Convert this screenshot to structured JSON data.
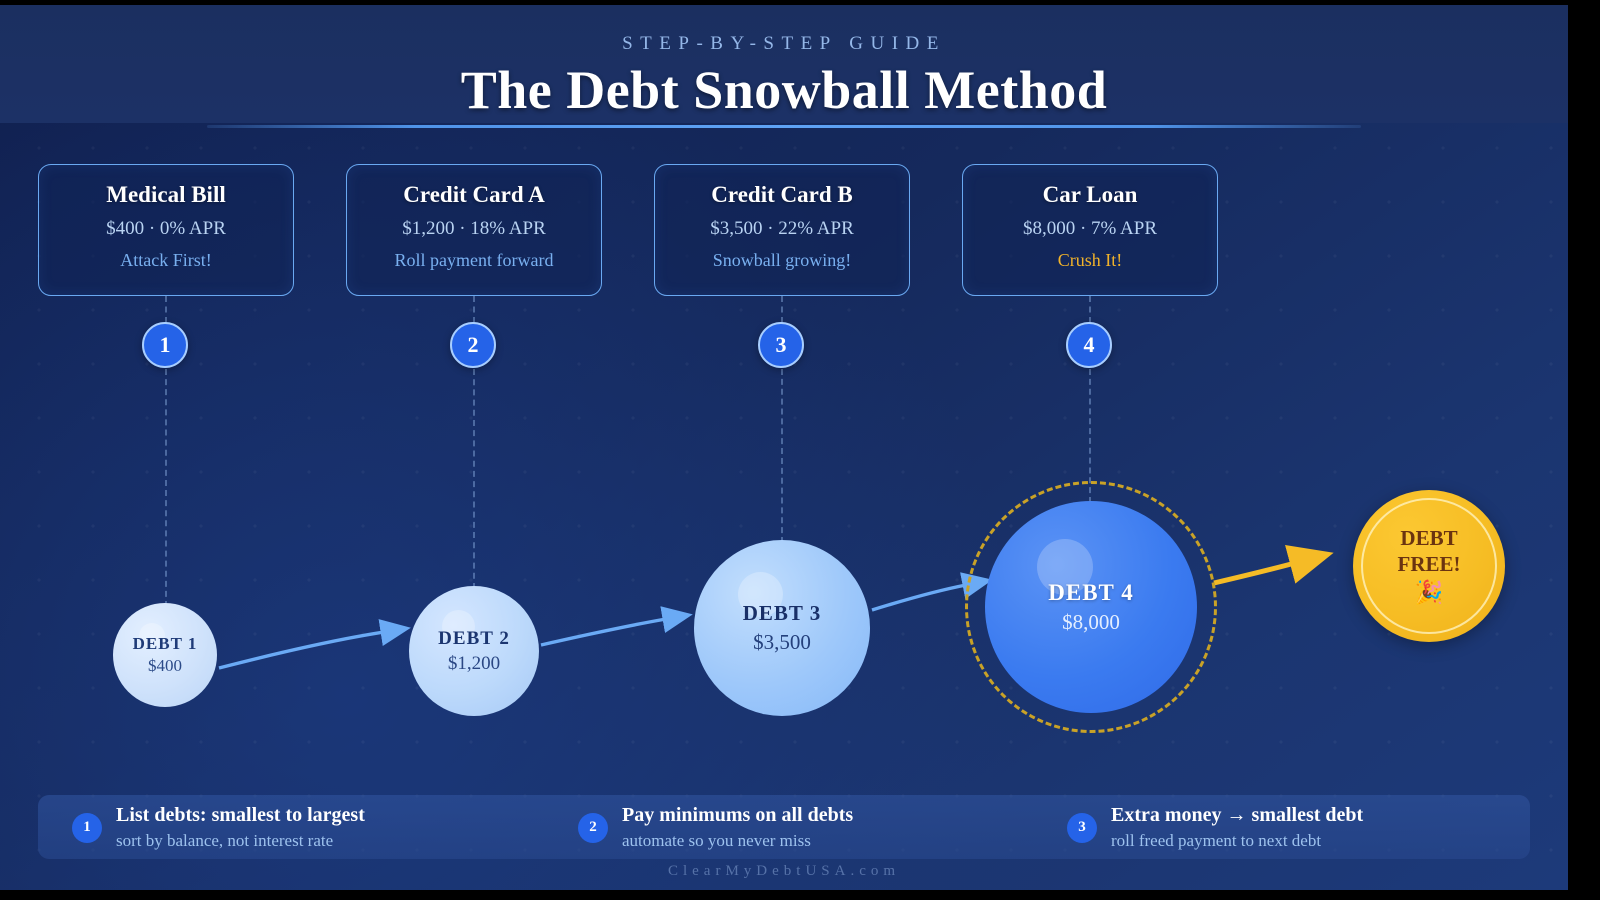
{
  "header": {
    "eyebrow": "STEP-BY-STEP GUIDE",
    "title": "The Debt Snowball Method",
    "accent_color": "#5fa3f5"
  },
  "debt_cards": [
    {
      "title": "Medical Bill",
      "detail": "$400 · 0% APR",
      "note": "Attack First!",
      "note_color": "#79b0f0",
      "step": "1"
    },
    {
      "title": "Credit Card A",
      "detail": "$1,200 · 18% APR",
      "note": "Roll payment forward",
      "note_color": "#79b0f0",
      "step": "2"
    },
    {
      "title": "Credit Card B",
      "detail": "$3,500 · 22% APR",
      "note": "Snowball growing!",
      "note_color": "#79b0f0",
      "step": "3"
    },
    {
      "title": "Car Loan",
      "detail": "$8,000 · 7% APR",
      "note": "Crush It!",
      "note_color": "#f2b32a",
      "step": "4"
    }
  ],
  "snowballs": [
    {
      "name": "DEBT 1",
      "amount": "$400"
    },
    {
      "name": "DEBT 2",
      "amount": "$1,200"
    },
    {
      "name": "DEBT 3",
      "amount": "$3,500"
    },
    {
      "name": "DEBT 4",
      "amount": "$8,000"
    }
  ],
  "debt_free": {
    "line1": "DEBT",
    "line2": "FREE!",
    "emoji": "🎉",
    "color": "#f6bd24",
    "text_color": "#6b3410"
  },
  "tips": [
    {
      "num": "1",
      "head": "List debts: smallest to largest",
      "sub": "sort by balance, not interest rate"
    },
    {
      "num": "2",
      "head": "Pay minimums on all debts",
      "sub": "automate so you never miss"
    },
    {
      "num": "3",
      "head": "Extra money → smallest debt",
      "sub": "roll freed payment to next debt"
    }
  ],
  "footer": {
    "text": "ClearMyDebtUSA.com"
  },
  "chart_data": {
    "type": "diagram",
    "title": "The Debt Snowball Method",
    "description": "Debts ordered smallest to largest; payments roll forward growing a snowball until debt free.",
    "categories": [
      "DEBT 1",
      "DEBT 2",
      "DEBT 3",
      "DEBT 4"
    ],
    "values": [
      400,
      1200,
      3500,
      8000
    ],
    "apr": [
      0,
      18,
      22,
      7
    ],
    "labels": [
      "Medical Bill",
      "Credit Card A",
      "Credit Card B",
      "Car Loan"
    ],
    "endpoint": "DEBT FREE!"
  }
}
